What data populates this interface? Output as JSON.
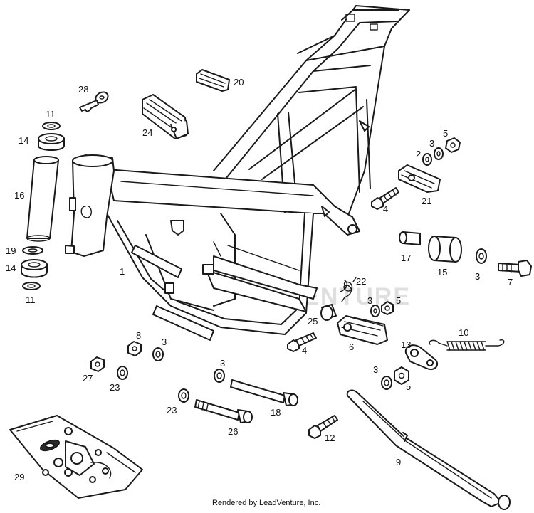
{
  "diagram": {
    "kind": "exploded-parts-diagram",
    "watermark_text": "LEADVENTURE",
    "footer": "Rendered by LeadVenture, Inc.",
    "callouts": [
      "1",
      "2",
      "3",
      "3",
      "3",
      "3",
      "3",
      "3",
      "4",
      "4",
      "5",
      "5",
      "5",
      "6",
      "7",
      "8",
      "9",
      "10",
      "11",
      "11",
      "12",
      "13",
      "14",
      "14",
      "15",
      "16",
      "17",
      "18",
      "19",
      "20",
      "21",
      "22",
      "23",
      "23",
      "24",
      "25",
      "26",
      "27",
      "28",
      "29"
    ]
  },
  "parts": [
    {
      "id": "frame",
      "callout": "1"
    },
    {
      "id": "washer-2",
      "callout": "2"
    },
    {
      "id": "washer-3",
      "callout": "3"
    },
    {
      "id": "bolt-4",
      "callout": "4"
    },
    {
      "id": "nut-5",
      "callout": "5"
    },
    {
      "id": "footrest-6",
      "callout": "6"
    },
    {
      "id": "bolt-7",
      "callout": "7"
    },
    {
      "id": "nut-8",
      "callout": "8"
    },
    {
      "id": "side-stand",
      "callout": "9"
    },
    {
      "id": "spring-10",
      "callout": "10"
    },
    {
      "id": "cup-11",
      "callout": "11"
    },
    {
      "id": "bolt-12",
      "callout": "12"
    },
    {
      "id": "plate-13",
      "callout": "13"
    },
    {
      "id": "bearing-14",
      "callout": "14"
    },
    {
      "id": "bushing-15",
      "callout": "15"
    },
    {
      "id": "steering-tube-16",
      "callout": "16"
    },
    {
      "id": "spacer-17",
      "callout": "17"
    },
    {
      "id": "long-bolt-18",
      "callout": "18"
    },
    {
      "id": "seal-19",
      "callout": "19"
    },
    {
      "id": "footrest-20",
      "callout": "20"
    },
    {
      "id": "footrest-21",
      "callout": "21"
    },
    {
      "id": "spring-22",
      "callout": "22"
    },
    {
      "id": "washer-23",
      "callout": "23"
    },
    {
      "id": "footrest-24",
      "callout": "24"
    },
    {
      "id": "spacer-25",
      "callout": "25"
    },
    {
      "id": "long-bolt-26",
      "callout": "26"
    },
    {
      "id": "nut-27",
      "callout": "27"
    },
    {
      "id": "key-28",
      "callout": "28"
    },
    {
      "id": "hardware-kit-29",
      "callout": "29"
    }
  ]
}
